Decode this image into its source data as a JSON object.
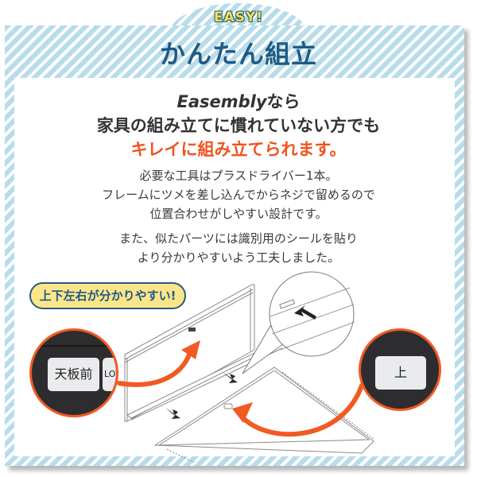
{
  "header": {
    "badge": "EASY!",
    "title": "かんたん組立"
  },
  "lead": {
    "line1_brand": "Easembly",
    "line1_suffix": "なら",
    "line2": "家具の組み立てに慣れていない方でも",
    "line3_emphasis": "キレイに組み立てられます。"
  },
  "body": {
    "paragraph1": [
      "必要な工具はプラスドライバー1本。",
      "フレームにツメを差し込んでからネジで留めるので",
      "位置合わせがしやすい設計です。"
    ],
    "paragraph2": [
      "また、似たパーツには識別用のシールを貼り",
      "より分かりやすいよう工夫しました。"
    ]
  },
  "callout": {
    "pill_label": "上下左右が分かりやすい!"
  },
  "illustration": {
    "left_zoom_label": "天板前",
    "left_zoom_label_secondary": "LOT",
    "right_zoom_label": "上"
  },
  "colors": {
    "title_navy": "#1f5a85",
    "stripe_blue": "#b7dcea",
    "emphasis_red": "#f0541e",
    "arrow_orange": "#f15a22",
    "pill_yellow": "#fbe58a",
    "badge_yellow": "#f7e24e",
    "zoom_dark": "#2d2d2f"
  }
}
